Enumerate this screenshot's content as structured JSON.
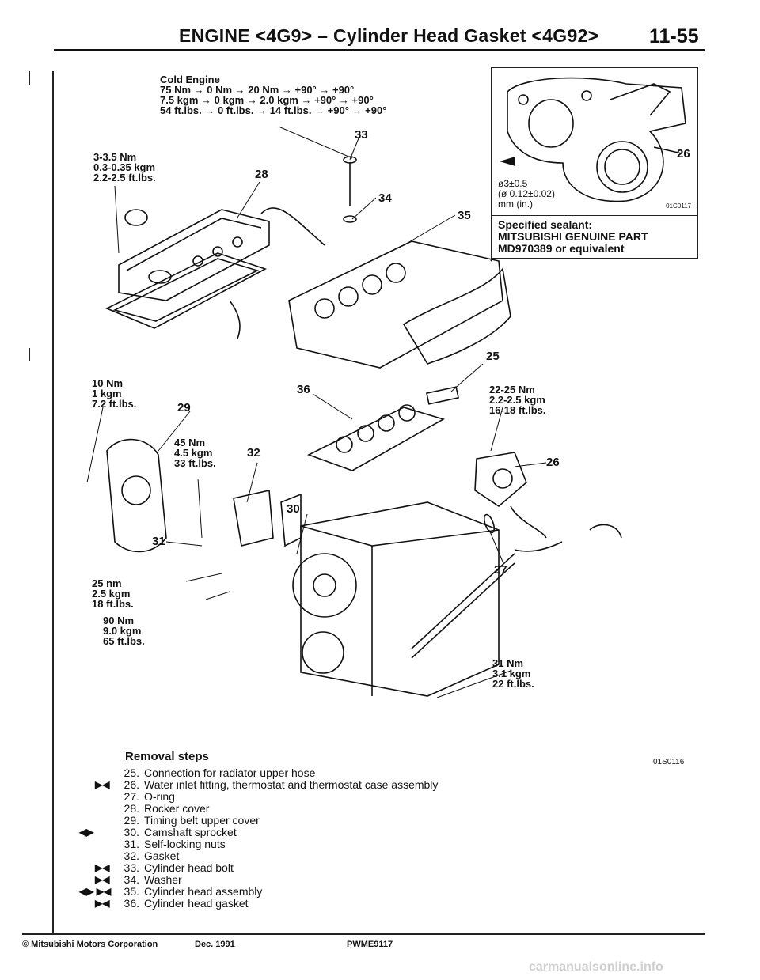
{
  "header": {
    "title": "ENGINE <4G9> – Cylinder Head Gasket <4G92>",
    "page": "11-55"
  },
  "diagram": {
    "cold_engine": {
      "title": "Cold Engine",
      "lines": [
        "75 Nm → 0 Nm → 20 Nm → +90° → +90°",
        "7.5 kgm → 0 kgm → 2.0 kgm → +90° → +90°",
        "54 ft.lbs. → 0 ft.lbs. → 14 ft.lbs. → +90° → +90°"
      ]
    },
    "torque_cover": [
      "3-3.5 Nm",
      "0.3-0.35 kgm",
      "2.2-2.5 ft.lbs."
    ],
    "torque_timing_cover": [
      "10 Nm",
      "1 kgm",
      "7.2 ft.lbs."
    ],
    "torque_sprocket": [
      "45 Nm",
      "4.5 kgm",
      "33 ft.lbs."
    ],
    "torque_thermostat": [
      "22-25 Nm",
      "2.2-2.5 kgm",
      "16-18 ft.lbs."
    ],
    "torque_a": [
      "25 nm",
      "2.5 kgm",
      "18 ft.lbs."
    ],
    "torque_b": [
      "90 Nm",
      "9.0 kgm",
      "65 ft.lbs."
    ],
    "torque_c": [
      "31 Nm",
      "3.1 kgm",
      "22 ft.lbs."
    ],
    "numbers": {
      "n25": "25",
      "n26a": "26",
      "n26b": "26",
      "n27": "27",
      "n28": "28",
      "n29": "29",
      "n30": "30",
      "n31": "31",
      "n32": "32",
      "n33": "33",
      "n34": "34",
      "n35": "35",
      "n36": "36"
    },
    "figure_code": "01S0116"
  },
  "inset": {
    "dim_lines": [
      "ø3±0.5",
      "(ø 0.12±0.02)",
      "mm (in.)"
    ],
    "code": "01C0117",
    "sealant_lines": [
      "Specified sealant:",
      "MITSUBISHI GENUINE PART",
      "MD970389 or equivalent"
    ],
    "part_number": "26"
  },
  "removal": {
    "title": "Removal steps",
    "steps": [
      {
        "marks": "",
        "no": "25.",
        "text": "Connection for radiator upper hose"
      },
      {
        "marks": "▶◀",
        "no": "26.",
        "text": "Water inlet fitting, thermostat and thermostat case assembly"
      },
      {
        "marks": "",
        "no": "27.",
        "text": "O-ring"
      },
      {
        "marks": "",
        "no": "28.",
        "text": "Rocker cover"
      },
      {
        "marks": "",
        "no": "29.",
        "text": "Timing belt upper cover"
      },
      {
        "marks": "◀▶",
        "no": "30.",
        "text": "Camshaft sprocket"
      },
      {
        "marks": "",
        "no": "31.",
        "text": "Self-locking nuts"
      },
      {
        "marks": "",
        "no": "32.",
        "text": "Gasket"
      },
      {
        "marks": "▶◀",
        "no": "33.",
        "text": "Cylinder head bolt"
      },
      {
        "marks": "▶◀",
        "no": "34.",
        "text": "Washer"
      },
      {
        "marks": "◀▶ ▶◀",
        "no": "35.",
        "text": "Cylinder head assembly"
      },
      {
        "marks": "▶◀",
        "no": "36.",
        "text": "Cylinder head gasket"
      }
    ]
  },
  "footer": {
    "copyright": "© Mitsubishi Motors Corporation",
    "date": "Dec. 1991",
    "code": "PWME9117"
  },
  "watermark": "carmanualsonline.info"
}
